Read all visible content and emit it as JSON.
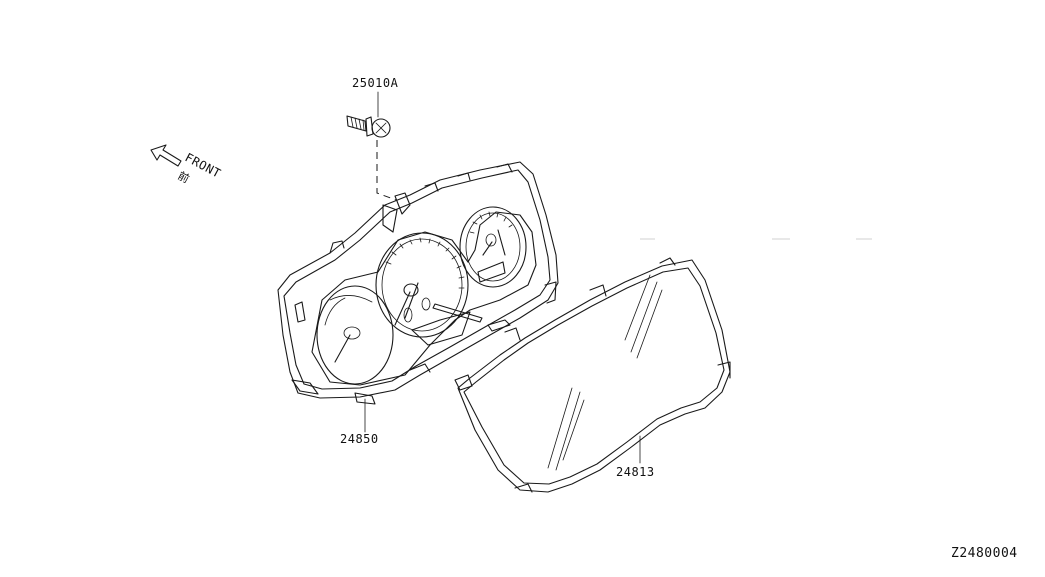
{
  "parts": {
    "bolt": "25010A",
    "cluster": "24850",
    "lens": "24813"
  },
  "front_label": "FRONT",
  "front_kanji": "前",
  "diagram_id": "Z2480004"
}
